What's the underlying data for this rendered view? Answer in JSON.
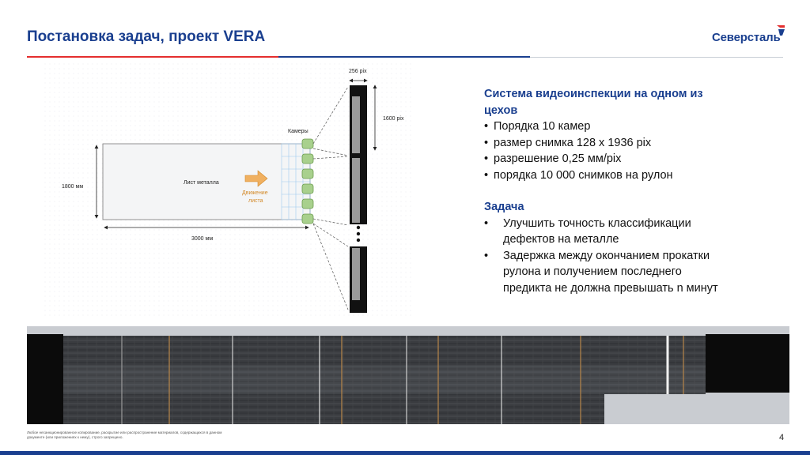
{
  "slide": {
    "title": "Постановка задач, проект VERA",
    "logo_text": "Северсталь",
    "page_number": "4",
    "footer_note": "Любое несанкционированное копирование, раскрытие или распространение материалов, содержащихся в данном документе (или приложениях к нему), строго запрещено."
  },
  "diagram": {
    "labels": {
      "width_pix": "256 pix",
      "height_pix": "1600 pix",
      "cameras": "Камеры",
      "sheet": "Лист металла",
      "motion_line1": "Движение",
      "motion_line2": "листа",
      "sheet_height": "1800 мм",
      "sheet_length": "3000 мм"
    }
  },
  "system": {
    "heading_line1": "Система видеоинспекции на одном из",
    "heading_line2": "цехов",
    "items": [
      "Порядка 10 камер",
      "размер снимка 128 x 1936 pix",
      "разрешение 0,25 мм/pix",
      "порядка 10 000 снимков на рулон"
    ]
  },
  "task": {
    "heading": "Задача",
    "items": [
      [
        "Улучшить точность классификации",
        "дефектов на металле"
      ],
      [
        "Задержка между окончанием прокатки",
        "рулона и получением последнего",
        "предикта не должна превышать n минут"
      ]
    ]
  },
  "colors": {
    "brand_blue": "#1a3f8f",
    "brand_red": "#e42e2e",
    "camera_green": "#a8d08d",
    "arrow_orange": "#f0b060"
  }
}
